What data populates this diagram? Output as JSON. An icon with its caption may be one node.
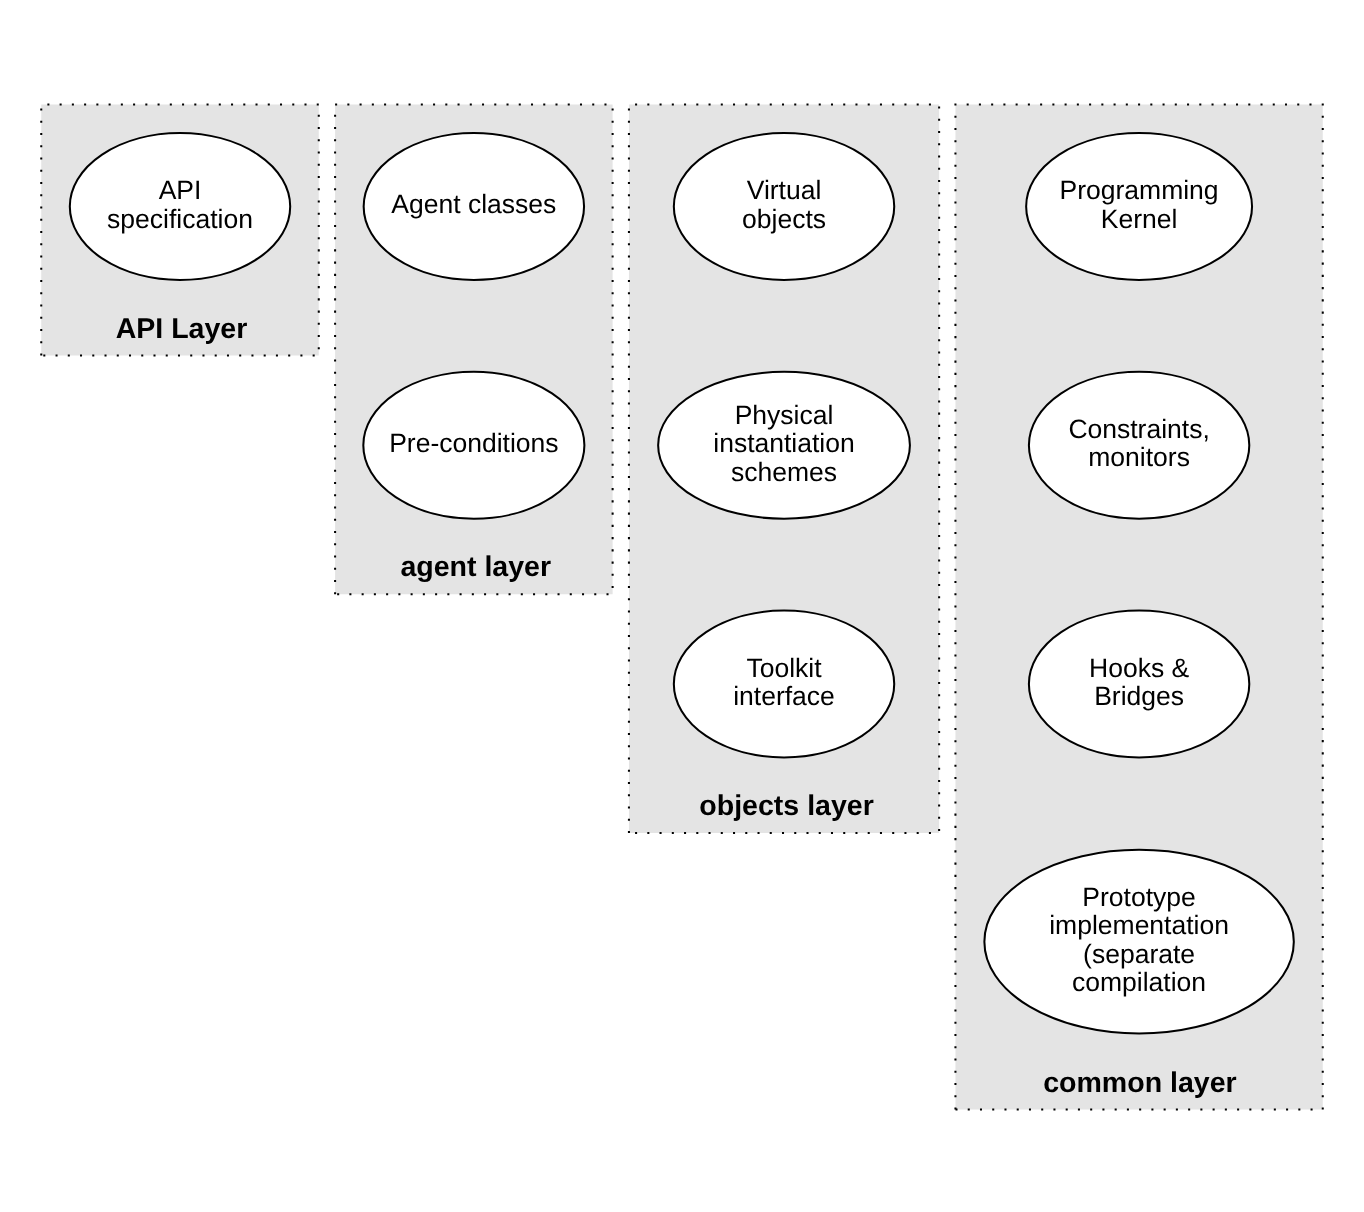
{
  "diagram": {
    "nodes": [
      {
        "text": [
          "API Layer"
        ]
      },
      {
        "text": [
          "API specification"
        ],
        "in": 0
      },
      {
        "text": [
          "agent layer"
        ]
      },
      {
        "text": [
          "Agent classes"
        ],
        "in": 2
      },
      {
        "text": [
          "Pre-conditions"
        ],
        "in": 2
      },
      {
        "text": [
          "objects layer"
        ]
      },
      {
        "text": [
          "Virtual objects"
        ],
        "in": 5
      },
      {
        "text": [
          "Physical instantiation schemes"
        ],
        "in": 5
      },
      {
        "text": [
          "Toolkit interface"
        ],
        "in": 5
      },
      {
        "text": [
          "common layer"
        ]
      },
      {
        "text": [
          "Programming Kernel"
        ],
        "in": 9
      },
      {
        "text": [
          "Constraints, monitors"
        ],
        "in": 9
      },
      {
        "text": [
          "Hooks & Bridges"
        ],
        "in": 9
      },
      {
        "text": [
          "Prototype implementation (separate compilation"
        ],
        "in": 9
      }
    ]
  }
}
